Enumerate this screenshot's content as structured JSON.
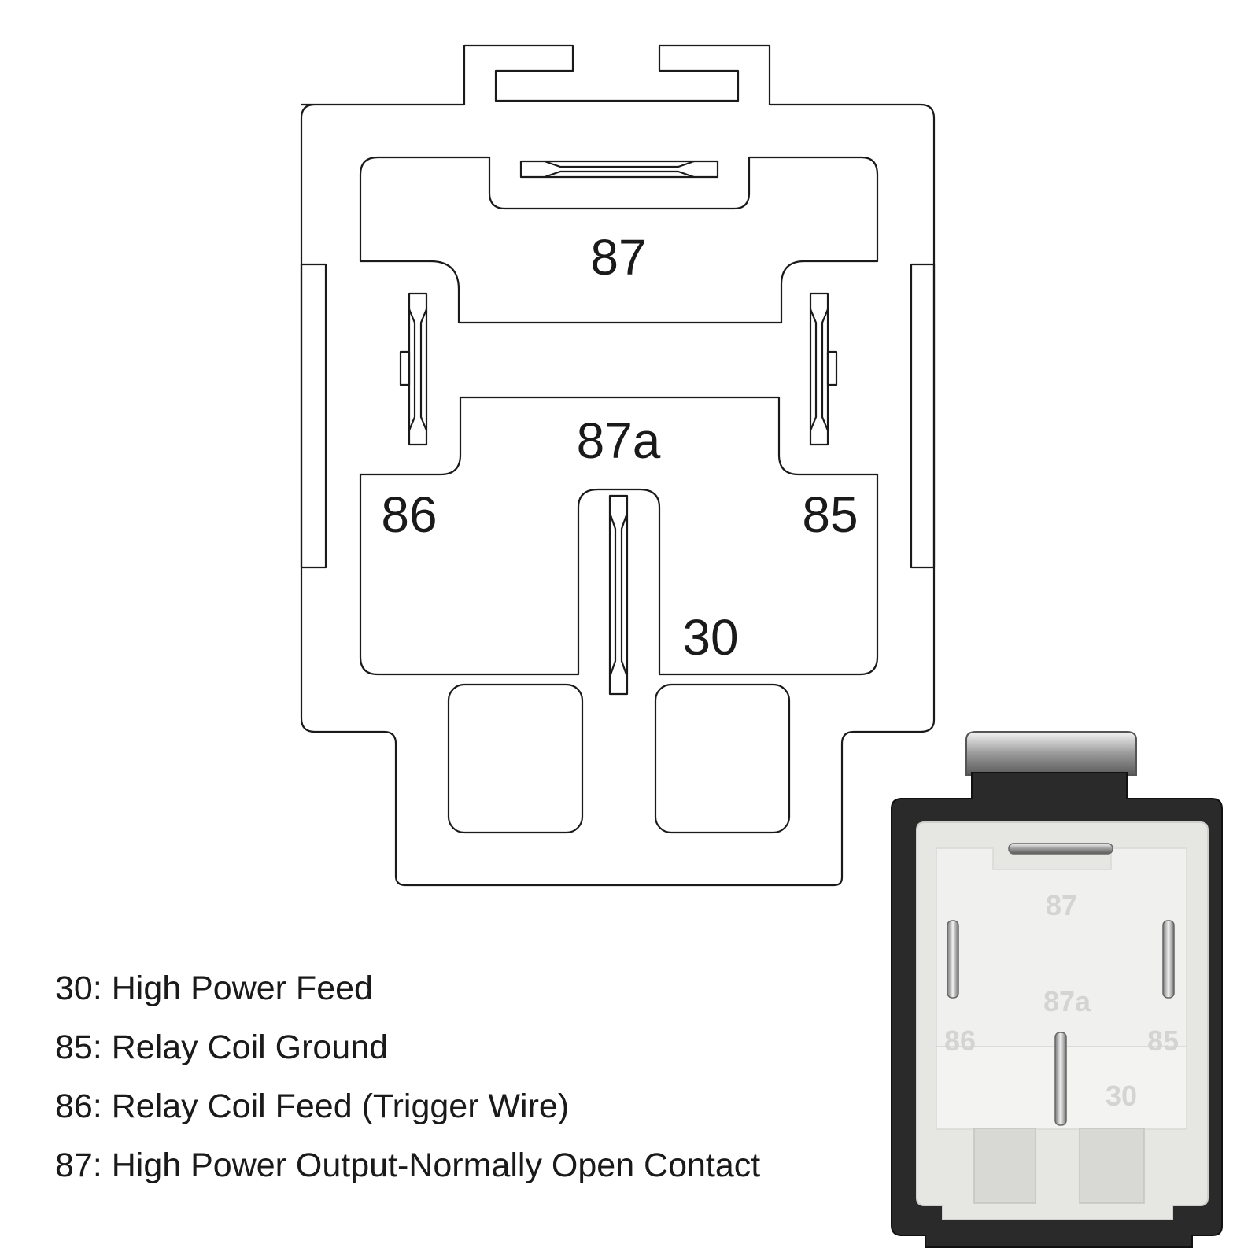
{
  "diagram": {
    "pin_labels": {
      "p87": "87",
      "p87a": "87a",
      "p86": "86",
      "p85": "85",
      "p30": "30"
    }
  },
  "photo": {
    "pin_labels": {
      "p87": "87",
      "p87a": "87a",
      "p86": "86",
      "p85": "85",
      "p30": "30"
    },
    "colors": {
      "housing": "#2a2a2a",
      "face": "#e6e6e3",
      "terminal": "#b8b8b8"
    }
  },
  "legend": [
    "30: High Power Feed",
    "85: Relay Coil Ground",
    "86: Relay Coil Feed (Trigger Wire)",
    "87: High Power Output-Normally Open Contact"
  ]
}
